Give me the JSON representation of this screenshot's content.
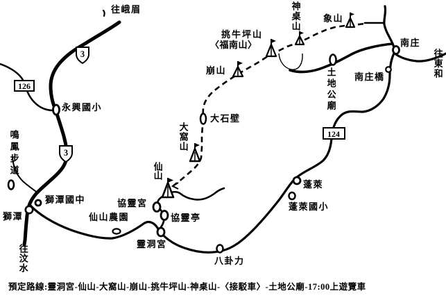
{
  "map": {
    "caption": "預定路線:靈洞宮-仙山-大窩山-崩山-挑牛坪山-神桌山-〈接駁車〉-土地公廟-17:00上遊覽車",
    "route_shields": {
      "provincial_3_top": "3",
      "provincial_3_mid": "3",
      "county_126": "126",
      "county_124": "124"
    },
    "labels": {
      "to_emei": "往峨眉",
      "yongxing_elementary": "永興國小",
      "mingfeng_trail": "鳴鳳步道",
      "shitan_junior_high": "獅潭國中",
      "shitan": "獅潭",
      "to_wenshui": "往汶水",
      "xianshan_farm": "仙山農園",
      "xieling_temple": "協靈宮",
      "xieling_pavilion": "協靈亭",
      "lingdong_temple": "靈洞宮",
      "xianshan": "仙山",
      "dawo_mountain": "大窩山",
      "dashibi": "大石壁",
      "beng_mountain": "崩山",
      "tiaoniuping_mountain": "挑牛坪山",
      "funan_mountain_alias": "〈福南山〉",
      "shenzhuo_mountain": "神桌山",
      "xiang_mountain": "象山",
      "nanzhuang": "南庄",
      "nanzhuang_bridge": "南庄橋",
      "to_donghe": "往東和",
      "tudigong_temple": "土地公廟",
      "penglai": "蓬萊",
      "penglai_elementary": "蓬萊國小",
      "baguali": "八卦力"
    }
  }
}
